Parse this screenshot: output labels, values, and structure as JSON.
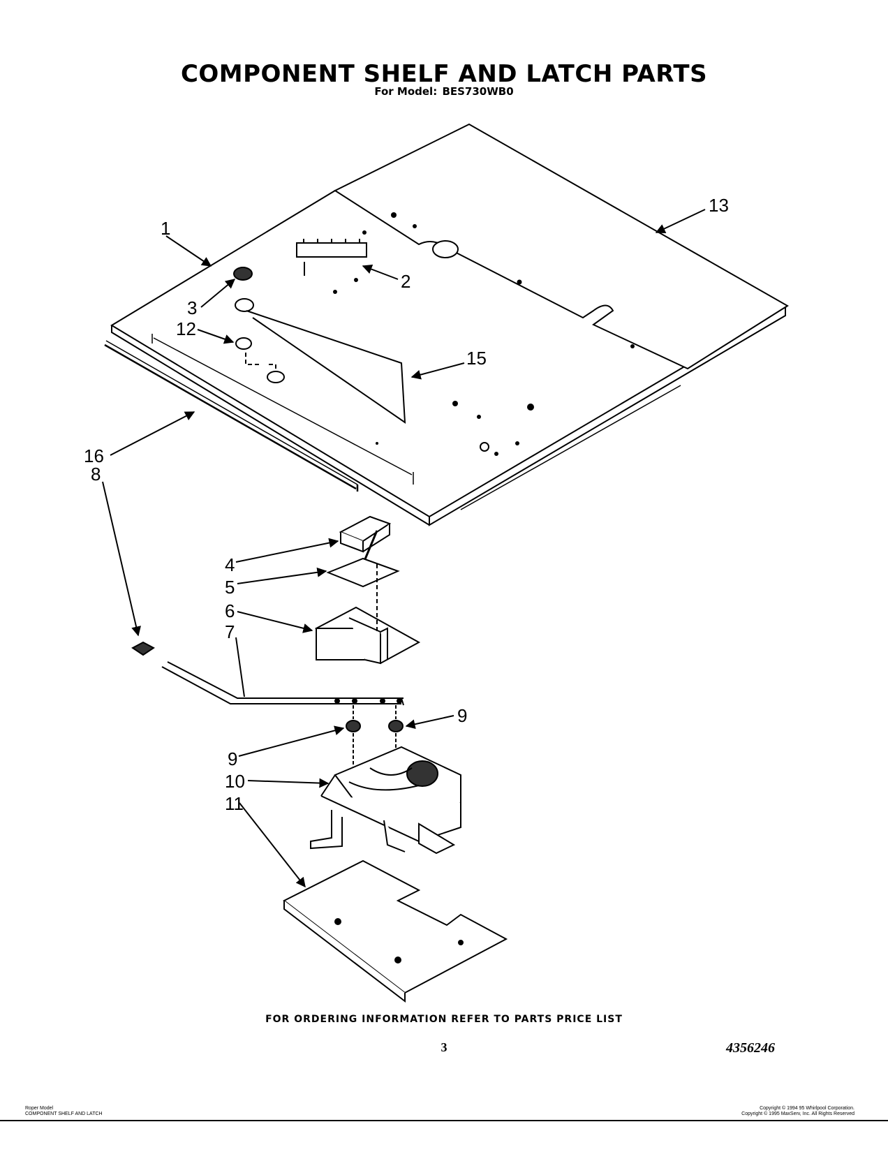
{
  "header": {
    "title": "COMPONENT SHELF AND LATCH PARTS",
    "subtitle_prefix": "For Model:",
    "model": "BES730WB0"
  },
  "callouts": [
    "1",
    "2",
    "3",
    "12",
    "13",
    "15",
    "16",
    "8",
    "4",
    "5",
    "6",
    "7",
    "9",
    "9",
    "10",
    "11"
  ],
  "footer": {
    "ordering_note": "FOR ORDERING INFORMATION REFER TO PARTS PRICE LIST",
    "page_number": "3",
    "document_number": "4356246",
    "bottom_left_line1": "Roper Model",
    "bottom_left_line2": "COMPONENT SHELF AND LATCH",
    "bottom_right_line1": "Copyright © 1994 95 Whirlpool Corporation.",
    "bottom_right_line2": "Copyright © 1995 MaxServ, Inc. All Rights Reserved"
  }
}
